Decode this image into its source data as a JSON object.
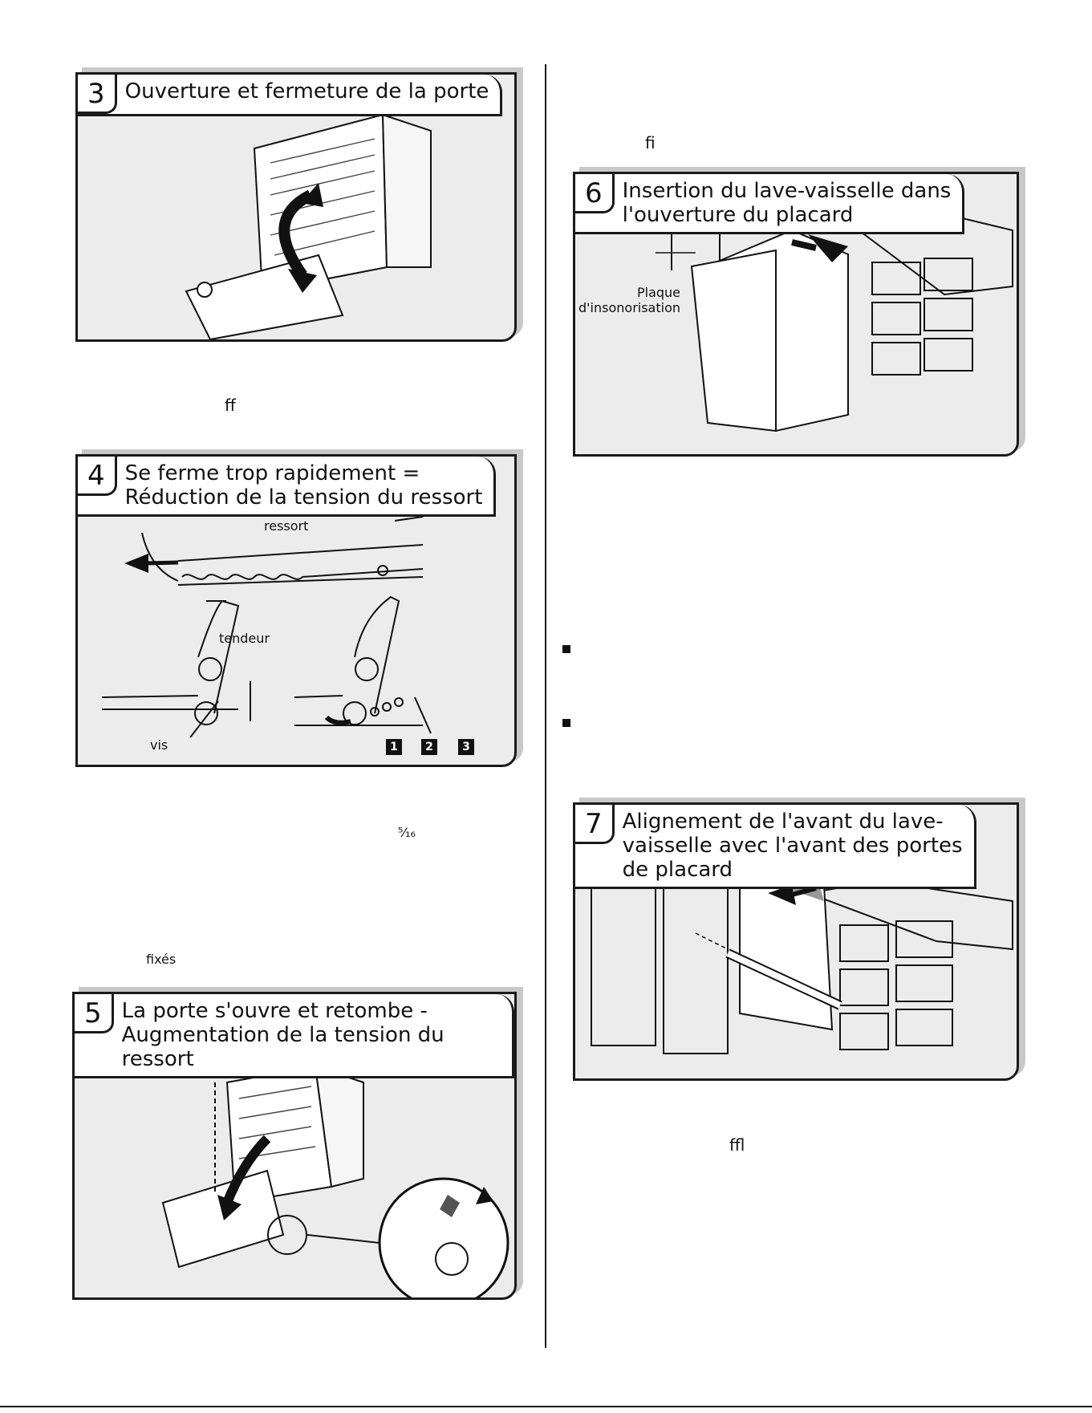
{
  "panels": [
    {
      "num": "3",
      "title": "Ouverture et fermeture de la porte"
    },
    {
      "num": "4",
      "title": "Se ferme trop rapidement =\nRéduction de la tension du ressort"
    },
    {
      "num": "5",
      "title": "La porte s'ouvre et retombe -\nAugmentation de la tension du ressort"
    },
    {
      "num": "6",
      "title": "Insertion du lave-vaisselle dans\nl'ouverture du placard"
    },
    {
      "num": "7",
      "title": "Alignement de l'avant du lave-\nvaisselle avec l'avant des portes\nde placard"
    }
  ],
  "labels": {
    "ressort": "ressort",
    "tendeur": "tendeur",
    "vis": "vis",
    "plaque": "Plaque\nd'insonorisation",
    "box1": "1",
    "box2": "2",
    "box3": "3"
  },
  "stray_glyphs": {
    "ff": "ff",
    "fraction": "⁵⁄₁₆",
    "fixes": "fixés",
    "fi": "fi",
    "ffl": "ffl"
  }
}
